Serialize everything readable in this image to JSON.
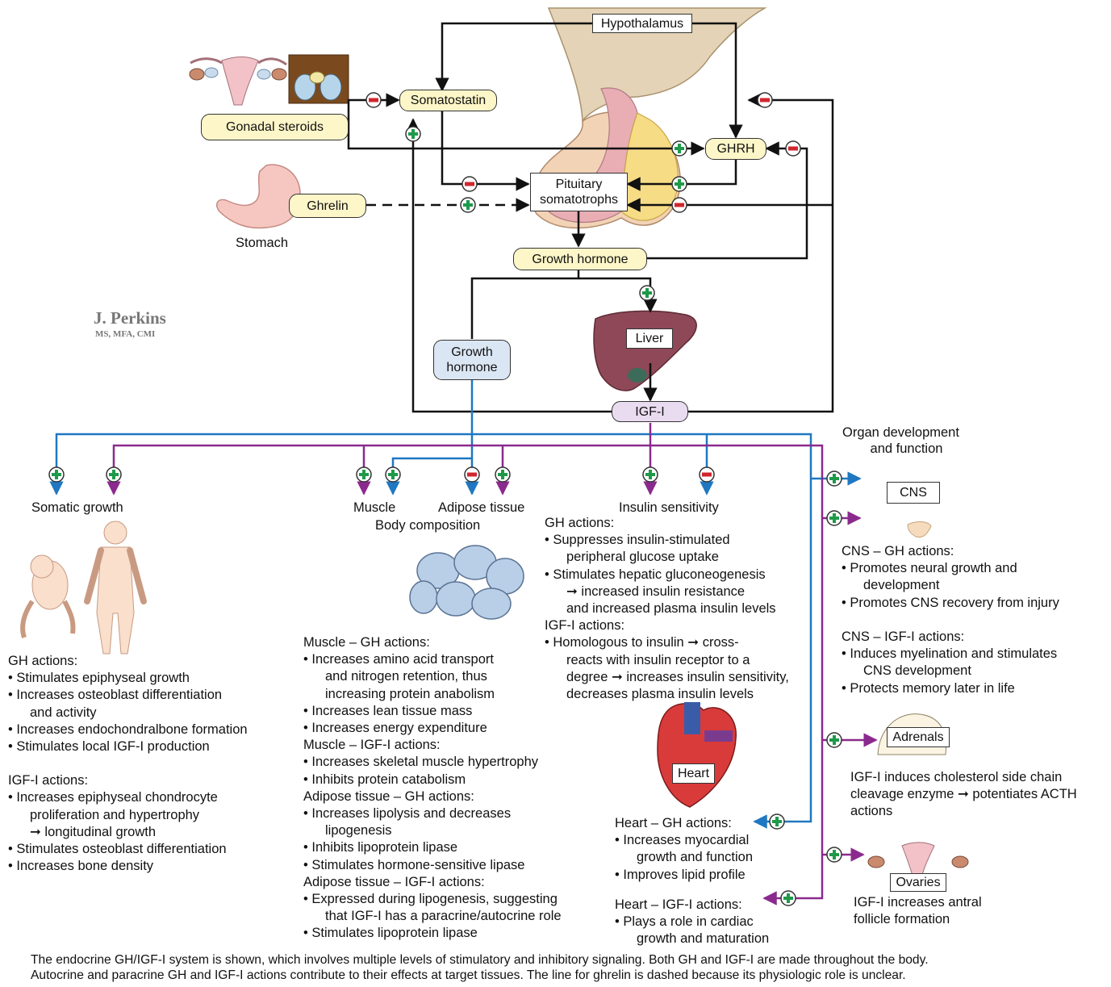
{
  "nodes": {
    "hypothalamus": "Hypothalamus",
    "somatostatin": "Somatostatin",
    "gonadal_steroids": "Gonadal steroids",
    "ghrh": "GHRH",
    "pituitary": [
      "Pituitary",
      "somatotrophs"
    ],
    "ghrelin": "Ghrelin",
    "stomach": "Stomach",
    "growth_hormone": "Growth hormone",
    "growth_hormone_circ": [
      "Growth",
      "hormone"
    ],
    "liver": "Liver",
    "igf1": "IGF-I",
    "cns": "CNS",
    "adrenals": "Adrenals",
    "heart": "Heart",
    "ovaries": "Ovaries"
  },
  "signature": {
    "name": "J. Perkins",
    "credentials": "MS, MFA, CMI"
  },
  "sign_symbols": {
    "plus": "+",
    "minus": "−"
  },
  "targets": {
    "somatic_growth": "Somatic growth",
    "muscle": "Muscle",
    "adipose": "Adipose tissue",
    "body_composition": "Body composition",
    "insulin_sensitivity": "Insulin sensitivity",
    "organ_development": [
      "Organ development",
      "and function"
    ]
  },
  "text_blocks": {
    "somatic": [
      {
        "t": "GH actions:",
        "k": "h"
      },
      {
        "t": "• Stimulates epiphyseal growth",
        "k": "b"
      },
      {
        "t": "• Increases osteoblast differentiation",
        "k": "b"
      },
      {
        "t": "and activity",
        "k": "c"
      },
      {
        "t": "• Increases endochondralbone formation",
        "k": "b"
      },
      {
        "t": "• Stimulates local IGF-I production",
        "k": "b"
      },
      {
        "t": "",
        "k": "gap"
      },
      {
        "t": "IGF-I actions:",
        "k": "h"
      },
      {
        "t": "• Increases epiphyseal chondrocyte",
        "k": "b"
      },
      {
        "t": "proliferation and hypertrophy",
        "k": "c"
      },
      {
        "t": "➞ longitudinal growth",
        "k": "c"
      },
      {
        "t": "• Stimulates osteoblast differentiation",
        "k": "b"
      },
      {
        "t": "• Increases bone density",
        "k": "b"
      }
    ],
    "body": [
      {
        "t": "Muscle – GH actions:",
        "k": "h"
      },
      {
        "t": "• Increases amino acid transport",
        "k": "b"
      },
      {
        "t": "and nitrogen retention, thus",
        "k": "c"
      },
      {
        "t": "increasing protein anabolism",
        "k": "c"
      },
      {
        "t": "• Increases lean tissue mass",
        "k": "b"
      },
      {
        "t": "• Increases energy expenditure",
        "k": "b"
      },
      {
        "t": "Muscle – IGF-I actions:",
        "k": "h"
      },
      {
        "t": "• Increases skeletal muscle hypertrophy",
        "k": "b"
      },
      {
        "t": "• Inhibits protein catabolism",
        "k": "b"
      },
      {
        "t": "Adipose tissue – GH actions:",
        "k": "h"
      },
      {
        "t": "• Increases lipolysis and decreases",
        "k": "b"
      },
      {
        "t": "lipogenesis",
        "k": "c"
      },
      {
        "t": "• Inhibits lipoprotein lipase",
        "k": "b"
      },
      {
        "t": "• Stimulates hormone-sensitive lipase",
        "k": "b"
      },
      {
        "t": "Adipose tissue – IGF-I actions:",
        "k": "h"
      },
      {
        "t": "• Expressed during lipogenesis, suggesting",
        "k": "b"
      },
      {
        "t": "that IGF-I has a paracrine/autocrine role",
        "k": "c"
      },
      {
        "t": "• Stimulates lipoprotein lipase",
        "k": "b"
      }
    ],
    "insulin": [
      {
        "t": "GH actions:",
        "k": "h"
      },
      {
        "t": "• Suppresses insulin-stimulated",
        "k": "b"
      },
      {
        "t": "peripheral glucose uptake",
        "k": "c"
      },
      {
        "t": "• Stimulates hepatic gluconeogenesis",
        "k": "b"
      },
      {
        "t": "➞ increased insulin resistance",
        "k": "c"
      },
      {
        "t": "and increased plasma insulin levels",
        "k": "c"
      },
      {
        "t": "IGF-I actions:",
        "k": "h"
      },
      {
        "t": "• Homologous to insulin ➞ cross-",
        "k": "b"
      },
      {
        "t": "reacts with insulin receptor to a",
        "k": "c"
      },
      {
        "t": "degree ➞ increases insulin sensitivity,",
        "k": "c"
      },
      {
        "t": "decreases plasma insulin levels",
        "k": "c"
      }
    ],
    "heart_gh": [
      {
        "t": "Heart – GH actions:",
        "k": "h"
      },
      {
        "t": "• Increases myocardial",
        "k": "b"
      },
      {
        "t": "growth and function",
        "k": "c"
      },
      {
        "t": "• Improves lipid profile",
        "k": "b"
      }
    ],
    "heart_igf": [
      {
        "t": "Heart – IGF-I actions:",
        "k": "h"
      },
      {
        "t": "• Plays a role in cardiac",
        "k": "b"
      },
      {
        "t": "growth and maturation",
        "k": "c"
      }
    ],
    "cns_gh": [
      {
        "t": "CNS – GH actions:",
        "k": "h"
      },
      {
        "t": "• Promotes neural growth and",
        "k": "b"
      },
      {
        "t": "development",
        "k": "c"
      },
      {
        "t": "• Promotes CNS recovery from injury",
        "k": "b"
      }
    ],
    "cns_igf": [
      {
        "t": "CNS – IGF-I actions:",
        "k": "h"
      },
      {
        "t": "• Induces myelination and stimulates",
        "k": "b"
      },
      {
        "t": "CNS development",
        "k": "c"
      },
      {
        "t": "• Protects memory later in life",
        "k": "b"
      }
    ],
    "adrenals": [
      {
        "t": "IGF-I induces cholesterol side chain",
        "k": "h"
      },
      {
        "t": "cleavage enzyme ➞ potentiates ACTH",
        "k": "h"
      },
      {
        "t": "actions",
        "k": "h"
      }
    ],
    "ovaries": [
      {
        "t": "IGF-I increases antral",
        "k": "h"
      },
      {
        "t": "follicle formation",
        "k": "h"
      }
    ]
  },
  "caption": [
    "The endocrine GH/IGF-I system is shown, which involves multiple levels of stimulatory and inhibitory signaling. Both GH and IGF-I are made throughout the body.",
    "Autocrine and paracrine GH and IGF-I actions contribute to their effects at target tissues. The line for ghrelin is dashed because its physiologic role is unclear."
  ],
  "colors": {
    "black_line": "#111111",
    "gh_blue": "#1f78c1",
    "igf_purple": "#8b2a8e",
    "plus_green": "#1e9a4a",
    "minus_red": "#d0262d",
    "box_yellow": "#fdf6c8",
    "box_blue": "#dbe6f4",
    "box_lilac": "#eadcf0"
  }
}
